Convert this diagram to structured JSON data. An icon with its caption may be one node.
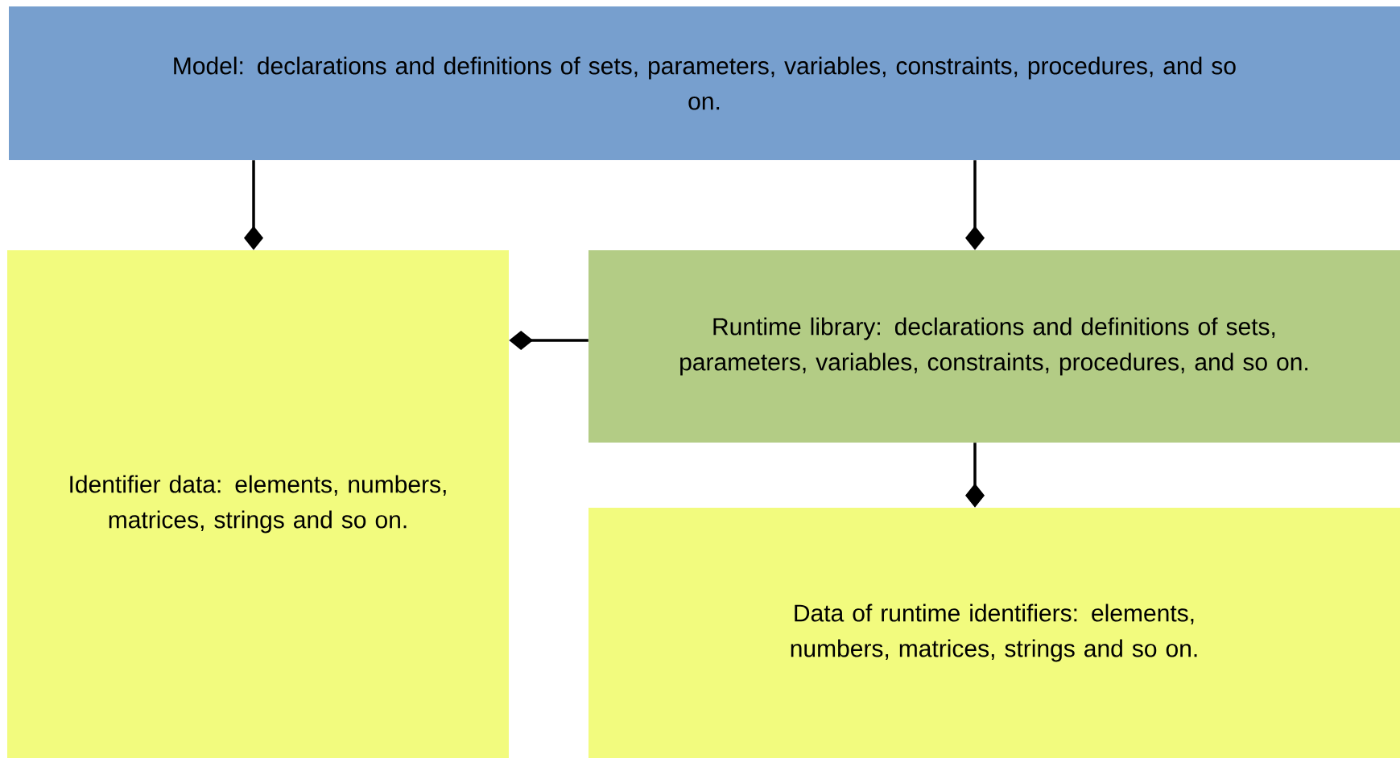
{
  "diagram": {
    "nodes": [
      {
        "text": [
          "Model: declarations and definitions of sets, parameters, variables, constraints, procedures, and so on."
        ]
      },
      {
        "text": [
          "Identifier data: elements, numbers, matrices, strings and so on."
        ]
      },
      {
        "text": [
          "Runtime library: declarations and definitions of sets, parameters, variables, constraints, procedures, and so on."
        ]
      },
      {
        "text": [
          "Data of runtime identifiers: elements, numbers, matrices, strings and so on."
        ]
      }
    ],
    "edges": [
      {
        "from": 0,
        "to": 1,
        "arrow": "other"
      },
      {
        "from": 0,
        "to": 2,
        "arrow": "other"
      },
      {
        "from": 2,
        "to": 1,
        "arrow": "other"
      },
      {
        "from": 2,
        "to": 3,
        "arrow": "other"
      }
    ]
  }
}
